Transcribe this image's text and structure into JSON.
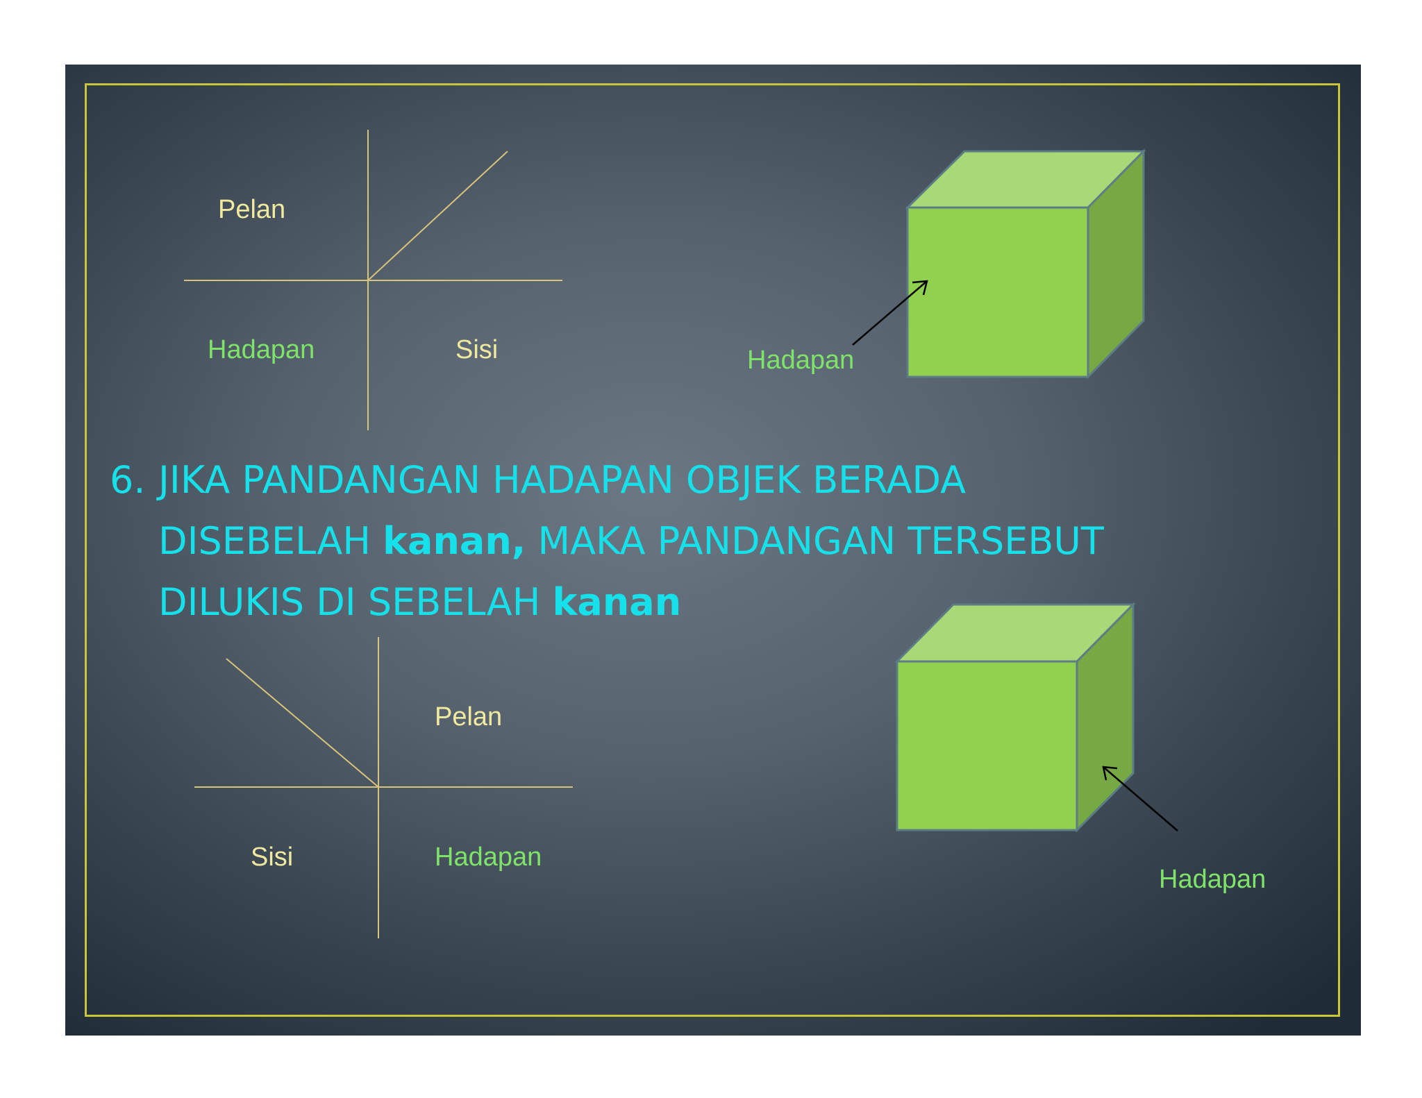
{
  "slide": {
    "top_section": {
      "labels": {
        "pelan": "Pelan",
        "hadapan": "Hadapan",
        "sisi": "Sisi"
      },
      "cube_label": "Hadapan"
    },
    "statement": {
      "number": "6.",
      "line1": "JIKA PANDANGAN HADAPAN OBJEK BERADA",
      "line2_pre": "DISEBELAH ",
      "line2_bold": "kanan,",
      "line2_post": " MAKA PANDANGAN TERSEBUT",
      "line3_pre": "DILUKIS DI SEBELAH ",
      "line3_bold": "kanan"
    },
    "bottom_section": {
      "labels": {
        "pelan": "Pelan",
        "sisi": "Sisi",
        "hadapan": "Hadapan"
      },
      "cube_label": "Hadapan"
    }
  },
  "colors": {
    "statement_text": "#16e0ea",
    "label_yellow": "#f2e9a0",
    "label_green": "#7fe36a",
    "frame": "#c9c63a",
    "cube_front": "#92d050",
    "cube_top": "#a9d977",
    "cube_side": "#76a843"
  }
}
